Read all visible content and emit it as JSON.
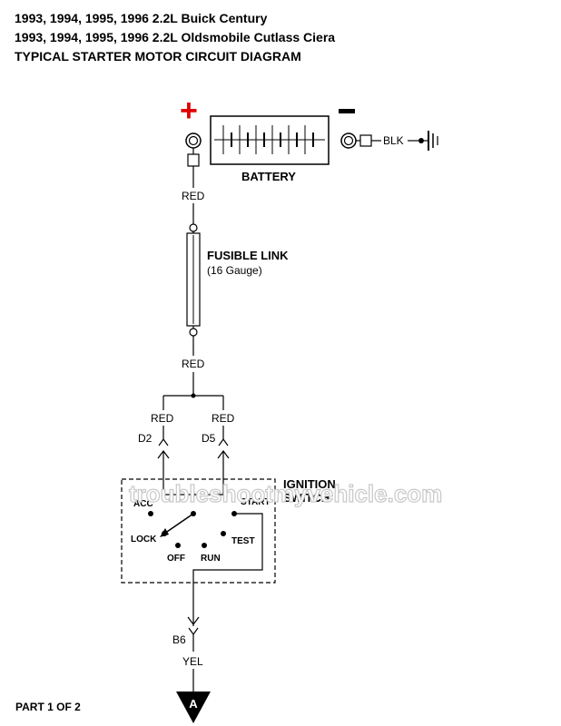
{
  "titles": {
    "line1": "1993, 1994, 1995, 1996 2.2L Buick Century",
    "line2": "1993, 1994, 1995, 1996 2.2L Oldsmobile Cutlass Ciera",
    "line3": "TYPICAL STARTER MOTOR CIRCUIT DIAGRAM"
  },
  "battery": {
    "label": "BATTERY",
    "positive_symbol": "+",
    "negative_symbol": "−",
    "negative_wire": "BLK",
    "positive_color": "#e00000"
  },
  "wires": {
    "battery_out": "RED",
    "fusible_link_out": "RED",
    "branch_left": "RED",
    "branch_right": "RED",
    "to_connector_a": "YEL"
  },
  "fusible_link": {
    "label": "FUSIBLE LINK",
    "gauge": "(16 Gauge)"
  },
  "connectors": {
    "left": "D2",
    "right": "D5",
    "output": "B6"
  },
  "ignition_switch": {
    "label_line1": "IGNITION",
    "label_line2": "SWITCH",
    "positions": {
      "acc": "ACC",
      "start": "START",
      "lock": "LOCK",
      "test": "TEST",
      "off": "OFF",
      "run": "RUN"
    }
  },
  "off_page_connector": "A",
  "watermark": "troubleshootmyvehicle.com",
  "footer": "PART 1 OF 2"
}
